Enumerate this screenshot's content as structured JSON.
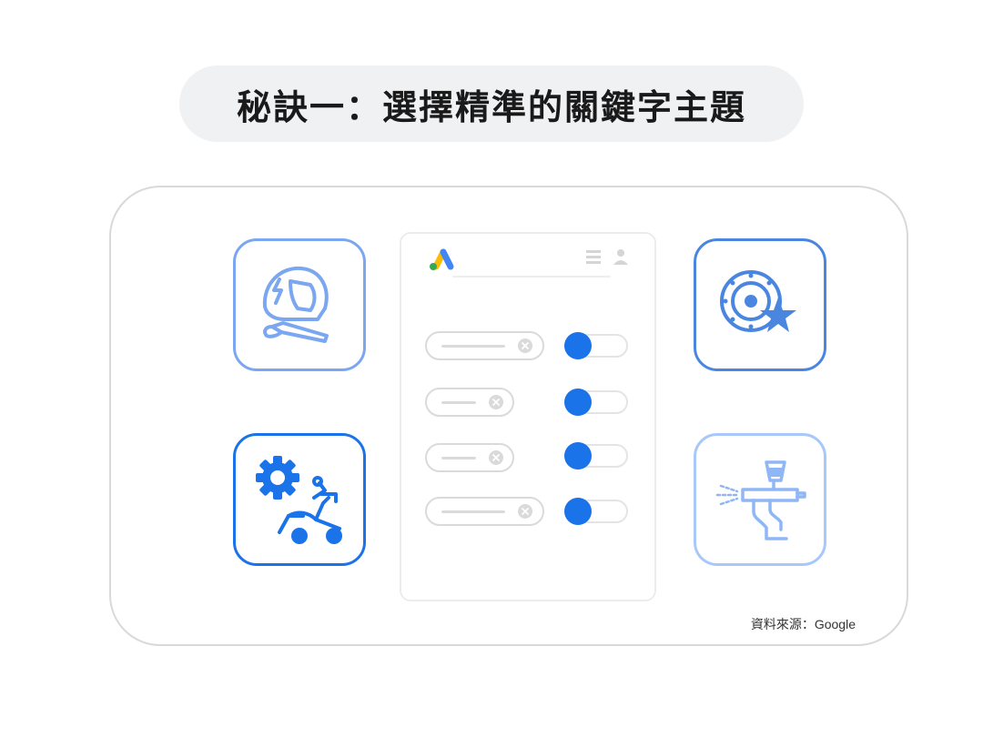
{
  "title": "秘訣一：選擇精準的關鍵字主題",
  "source_note": "資料來源：Google",
  "colors": {
    "accent_blue": "#1a73e8",
    "light_blue": "#a8c7fa",
    "mid_blue": "#7aa7f0",
    "frame_gray": "#d9d9d9",
    "pill_bg": "#f0f1f3",
    "ads_logo": [
      "#fbbc04",
      "#4285f4",
      "#34a853"
    ]
  },
  "panel": {
    "logo": "google-ads-icon",
    "header_icons": [
      "menu-icon",
      "user-icon"
    ],
    "keyword_rows": [
      {
        "chip": "long",
        "toggle_on": true
      },
      {
        "chip": "short",
        "toggle_on": true
      },
      {
        "chip": "short",
        "toggle_on": true
      },
      {
        "chip": "long",
        "toggle_on": true
      }
    ]
  },
  "tiles": [
    {
      "name": "helmet-brush-icon"
    },
    {
      "name": "wheel-star-icon"
    },
    {
      "name": "gear-scooter-icon"
    },
    {
      "name": "spray-gun-icon"
    }
  ]
}
